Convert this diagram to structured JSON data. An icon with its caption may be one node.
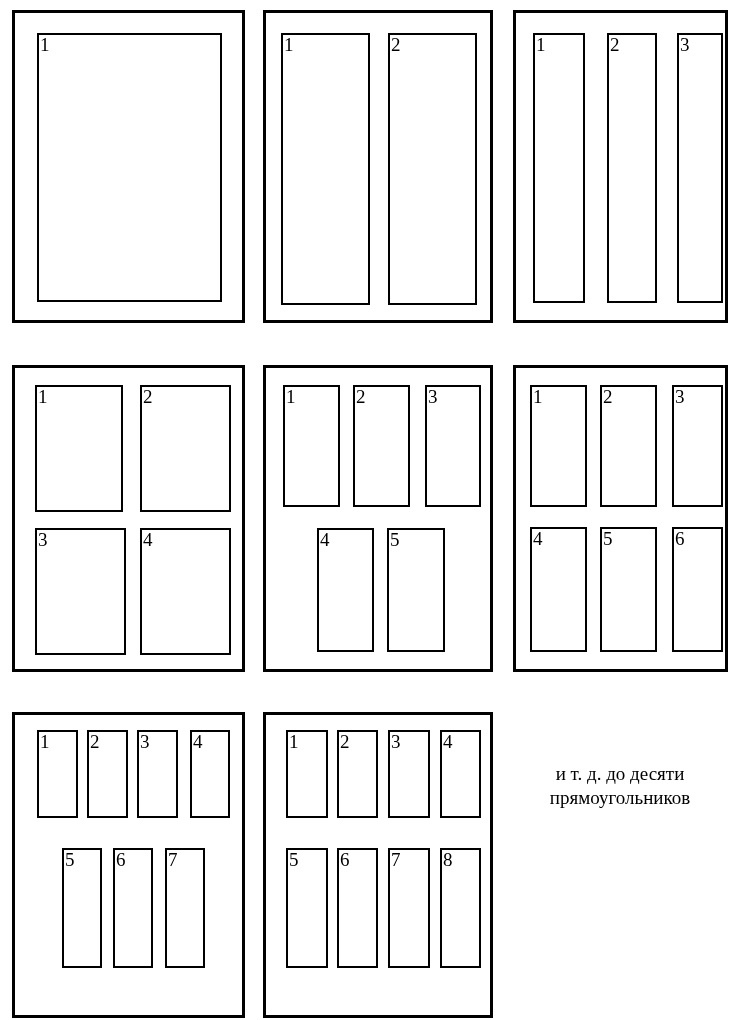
{
  "diagram": {
    "nodes": [
      {
        "text": [],
        "shape": "box"
      },
      {
        "text": [
          "1"
        ],
        "in": 0
      },
      {
        "text": [],
        "shape": "box"
      },
      {
        "text": [
          "1"
        ],
        "in": 2
      },
      {
        "text": [
          "2"
        ],
        "in": 2
      },
      {
        "text": [],
        "shape": "box"
      },
      {
        "text": [
          "1"
        ],
        "in": 5
      },
      {
        "text": [
          "2"
        ],
        "in": 5
      },
      {
        "text": [
          "3"
        ],
        "in": 5
      },
      {
        "text": [],
        "shape": "box"
      },
      {
        "text": [
          "1"
        ],
        "in": 9
      },
      {
        "text": [
          "2"
        ],
        "in": 9
      },
      {
        "text": [
          "3"
        ],
        "in": 9
      },
      {
        "text": [
          "4"
        ],
        "in": 9
      },
      {
        "text": [],
        "shape": "box"
      },
      {
        "text": [
          "1"
        ],
        "in": 14
      },
      {
        "text": [
          "2"
        ],
        "in": 14
      },
      {
        "text": [
          "3"
        ],
        "in": 14
      },
      {
        "text": [
          "4"
        ],
        "in": 14
      },
      {
        "text": [
          "5"
        ],
        "in": 14
      },
      {
        "text": [],
        "shape": "box"
      },
      {
        "text": [
          "1"
        ],
        "in": 20
      },
      {
        "text": [
          "2"
        ],
        "in": 20
      },
      {
        "text": [
          "3"
        ],
        "in": 20
      },
      {
        "text": [
          "4"
        ],
        "in": 20
      },
      {
        "text": [
          "5"
        ],
        "in": 20
      },
      {
        "text": [
          "6"
        ],
        "in": 20
      },
      {
        "text": [],
        "shape": "box"
      },
      {
        "text": [
          "1"
        ],
        "in": 27
      },
      {
        "text": [
          "2"
        ],
        "in": 27
      },
      {
        "text": [
          "3"
        ],
        "in": 27
      },
      {
        "text": [
          "4"
        ],
        "in": 27
      },
      {
        "text": [
          "5"
        ],
        "in": 27
      },
      {
        "text": [
          "6"
        ],
        "in": 27
      },
      {
        "text": [
          "7"
        ],
        "in": 27
      },
      {
        "text": [],
        "shape": "box"
      },
      {
        "text": [
          "1"
        ],
        "in": 35
      },
      {
        "text": [
          "2"
        ],
        "in": 35
      },
      {
        "text": [
          "3"
        ],
        "in": 35
      },
      {
        "text": [
          "4"
        ],
        "in": 35
      },
      {
        "text": [
          "5"
        ],
        "in": 35
      },
      {
        "text": [
          "6"
        ],
        "in": 35
      },
      {
        "text": [
          "7"
        ],
        "in": 35
      },
      {
        "text": [
          "8"
        ],
        "in": 35
      }
    ],
    "labels": [
      "и т. д. до десяти прямоугольников"
    ]
  }
}
